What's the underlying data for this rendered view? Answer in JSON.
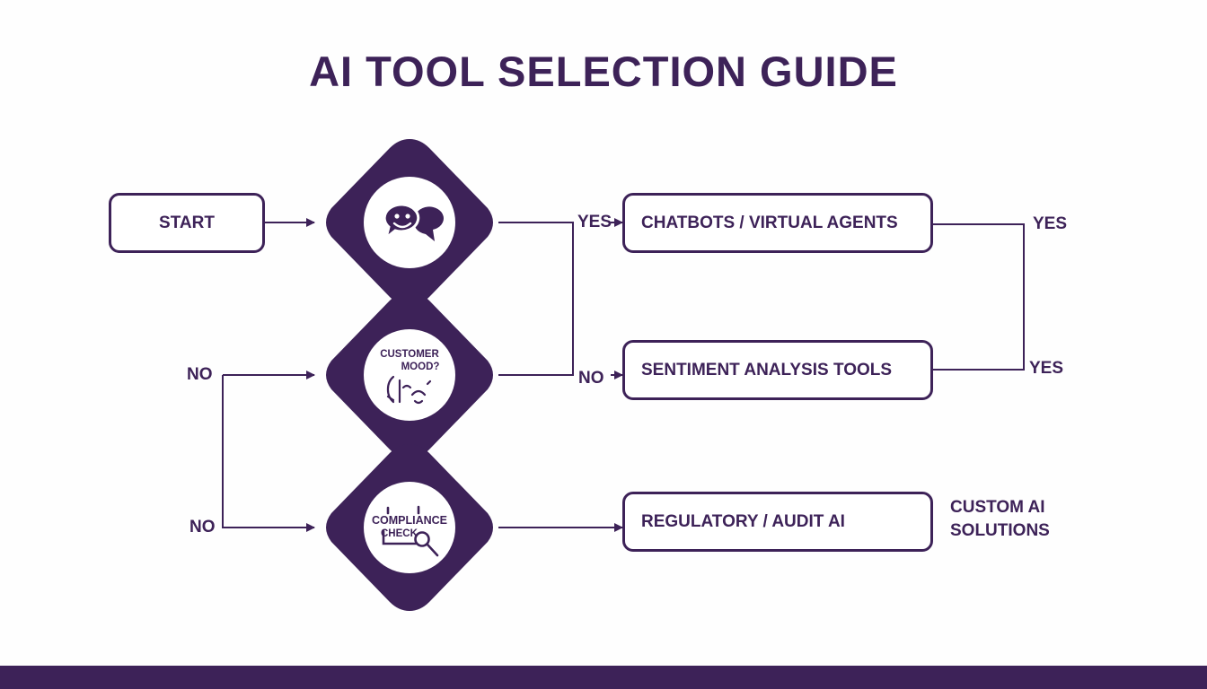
{
  "title": "AI TOOL SELECTION GUIDE",
  "nodes": {
    "start": "START",
    "chatbots": "CHATBOTS / VIRTUAL AGENTS",
    "sentiment": "SENTIMENT ANALYSIS TOOLS",
    "regulatory": "REGULATORY / AUDIT AI",
    "custom": "CUSTOM AI SOLUTIONS"
  },
  "decisions": {
    "chat_icon": "chat-bubbles-icon",
    "mood": {
      "line1": "CUSTOMER",
      "line2": "MOOD?",
      "icon": "faces-icon"
    },
    "compliance": {
      "line1": "COMPLIANCE",
      "line2": "CHECK",
      "icon": "magnifier-icon"
    }
  },
  "labels": {
    "yes_chatbots": "YES",
    "yes_right_top": "YES",
    "yes_right_bottom": "YES",
    "no_sentiment": "NO",
    "no_left_mood": "NO",
    "no_left_compliance": "NO"
  },
  "colors": {
    "primary": "#3d2258",
    "background": "#fefefe"
  }
}
